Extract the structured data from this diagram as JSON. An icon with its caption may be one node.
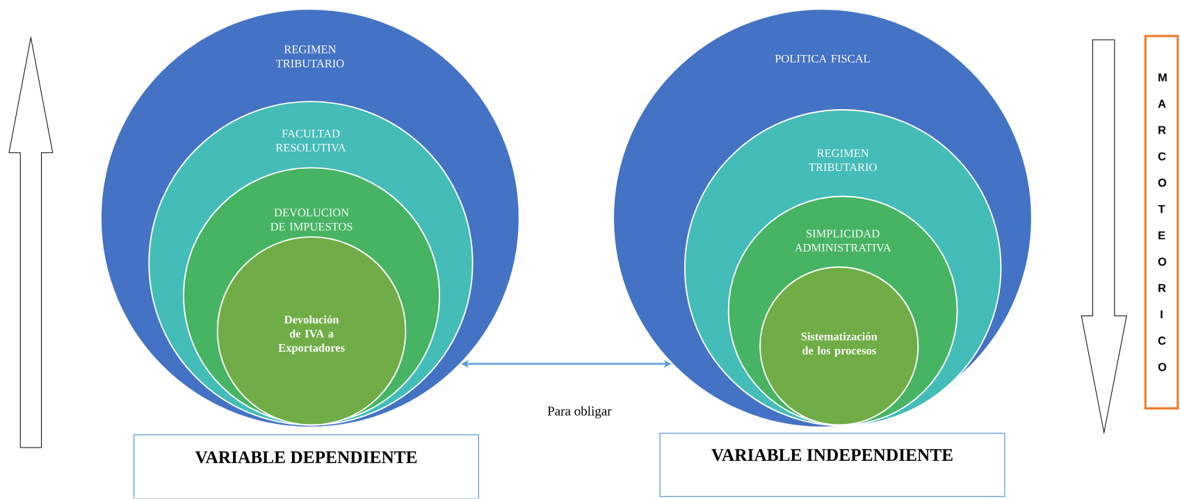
{
  "diagram": {
    "nodes": [
      {
        "text": [
          "REGIMEN TRIBUTARIO"
        ]
      },
      {
        "text": [
          "FACULTAD RESOLUTIVA"
        ],
        "in": 0
      },
      {
        "text": [
          "DEVOLUCION DE IMPUESTOS"
        ],
        "in": 1
      },
      {
        "text": [
          "Devolución de IVA a Exportadores"
        ],
        "in": 2
      },
      {
        "text": [
          "POLITICA FISCAL"
        ]
      },
      {
        "text": [
          "REGIMEN TRIBUTARIO"
        ],
        "in": 4
      },
      {
        "text": [
          "SIMPLICIDAD ADMINISTRATIVA"
        ],
        "in": 5
      },
      {
        "text": [
          "Sistematización de los procesos"
        ],
        "in": 6
      },
      {
        "text": [
          "VARIABLE DEPENDIENTE"
        ]
      },
      {
        "text": [
          "VARIABLE INDEPENDIENTE"
        ]
      },
      {
        "text": [
          "MARCO TEORICO"
        ]
      }
    ],
    "edges": [
      {
        "from": 0,
        "to": 4,
        "arrow": "both",
        "label": "Para obligar"
      }
    ]
  }
}
